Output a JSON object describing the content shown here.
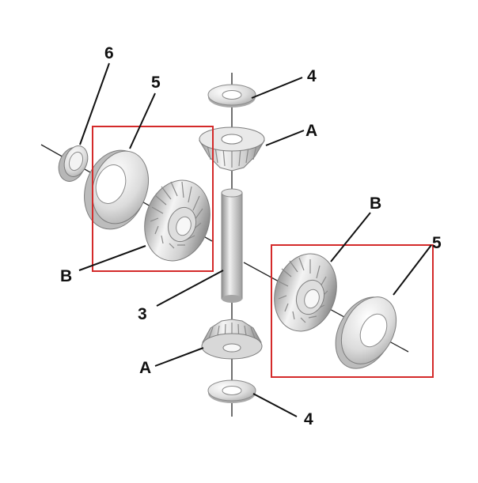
{
  "labels": {
    "washer_left": "6",
    "thrust_left": "5",
    "side_gear_left": "B",
    "shaft": "3",
    "washer_top": "4",
    "pinion_top": "A",
    "side_gear_right": "B",
    "thrust_right": "5",
    "pinion_bottom": "A",
    "washer_bottom": "4"
  },
  "colors": {
    "highlight": "#d42a2a",
    "part_light": "#f2f2f2",
    "part_mid": "#c8c8c8",
    "part_dark": "#8c8c8c",
    "label": "#111111"
  }
}
